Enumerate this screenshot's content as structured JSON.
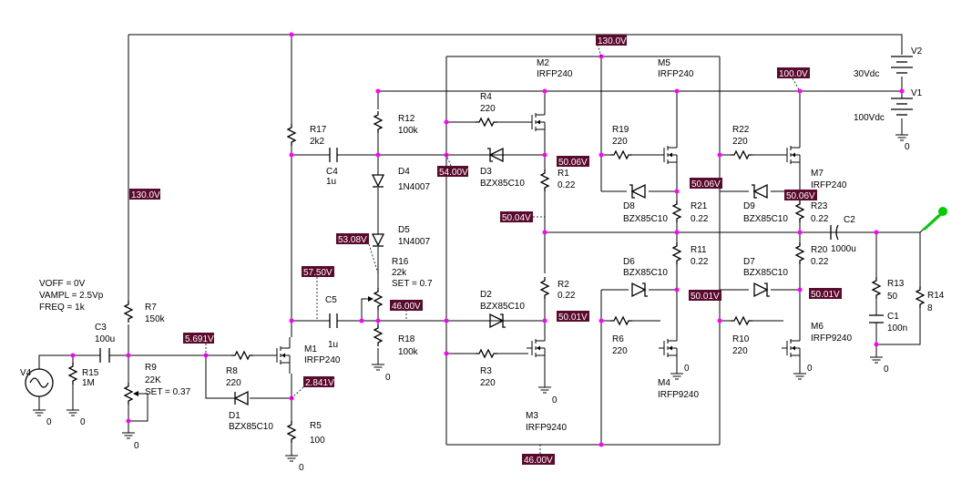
{
  "source": {
    "voff": "VOFF = 0V",
    "vampl": "VAMPL = 2.5Vp",
    "freq": "FREQ = 1k",
    "name": "V4",
    "gnd": "0"
  },
  "supplies": {
    "v2_name": "V2",
    "v2_val": "30Vdc",
    "v1_name": "V1",
    "v1_val": "100Vdc",
    "gnd": "0"
  },
  "parts": {
    "r15": {
      "name": "R15",
      "val": "1M"
    },
    "r9": {
      "name": "R9",
      "val": "22K",
      "set": "SET = 0.37"
    },
    "r7": {
      "name": "R7",
      "val": "150k"
    },
    "c3": {
      "name": "C3",
      "val": "100u"
    },
    "r8": {
      "name": "R8",
      "val": "220"
    },
    "d1": {
      "name": "D1",
      "val": "BZX85C10"
    },
    "m1": {
      "name": "M1",
      "val": "IRFP240"
    },
    "r5": {
      "name": "R5",
      "val": "100"
    },
    "r17": {
      "name": "R17",
      "val": "2k2"
    },
    "c4": {
      "name": "C4",
      "val": "1u"
    },
    "c5": {
      "name": "C5",
      "val": "1u"
    },
    "r12": {
      "name": "R12",
      "val": "100k"
    },
    "d4": {
      "name": "D4",
      "val": "1N4007"
    },
    "d5": {
      "name": "D5",
      "val": "1N4007"
    },
    "r16": {
      "name": "R16",
      "val": "22k",
      "set": "SET = 0.7"
    },
    "r18": {
      "name": "R18",
      "val": "100k"
    },
    "r4": {
      "name": "R4",
      "val": "220"
    },
    "d3": {
      "name": "D3",
      "val": "BZX85C10"
    },
    "m2": {
      "name": "M2",
      "val": "IRFP240"
    },
    "r1": {
      "name": "R1",
      "val": "0.22"
    },
    "r2": {
      "name": "R2",
      "val": "0.22"
    },
    "d2": {
      "name": "D2",
      "val": "BZX85C10"
    },
    "r3": {
      "name": "R3",
      "val": "220"
    },
    "m3": {
      "name": "M3",
      "val": "IRFP9240"
    },
    "m5": {
      "name": "M5",
      "val": "IRFP240"
    },
    "r19": {
      "name": "R19",
      "val": "220"
    },
    "d8": {
      "name": "D8",
      "val": "BZX85C10"
    },
    "r21": {
      "name": "R21",
      "val": "0.22"
    },
    "r11": {
      "name": "R11",
      "val": "0.22"
    },
    "d6": {
      "name": "D6",
      "val": "BZX85C10"
    },
    "r6": {
      "name": "R6",
      "val": "220"
    },
    "m4": {
      "name": "M4",
      "val": "IRFP9240"
    },
    "r22": {
      "name": "R22",
      "val": "220"
    },
    "m7": {
      "name": "M7",
      "val": "IRFP240"
    },
    "d9": {
      "name": "D9",
      "val": "BZX85C10"
    },
    "r23": {
      "name": "R23",
      "val": "0.22"
    },
    "r20": {
      "name": "R20",
      "val": "0.22"
    },
    "d7": {
      "name": "D7",
      "val": "BZX85C10"
    },
    "r10": {
      "name": "R10",
      "val": "220"
    },
    "m6": {
      "name": "M6",
      "val": "IRFP9240"
    },
    "c2": {
      "name": "C2",
      "val": "1000u"
    },
    "r13": {
      "name": "R13",
      "val": "50"
    },
    "c1": {
      "name": "C1",
      "val": "100n"
    },
    "r14": {
      "name": "R14",
      "val": "8"
    }
  },
  "ground": "0",
  "voltages": {
    "v130a": "130.0V",
    "v130b": "130.0V",
    "v100": "100.0V",
    "v54": "54.00V",
    "v5006a": "50.06V",
    "v5006b": "50.06V",
    "v5006c": "50.06V",
    "v5004": "50.04V",
    "v5308": "53.08V",
    "v5750": "57.50V",
    "v46a": "46.00V",
    "v46b": "46.00V",
    "v5001a": "50.01V",
    "v5001b": "50.01V",
    "v5001c": "50.01V",
    "v5691": "5.691V",
    "v2841": "2.841V"
  },
  "probe_color": "#00cc00"
}
